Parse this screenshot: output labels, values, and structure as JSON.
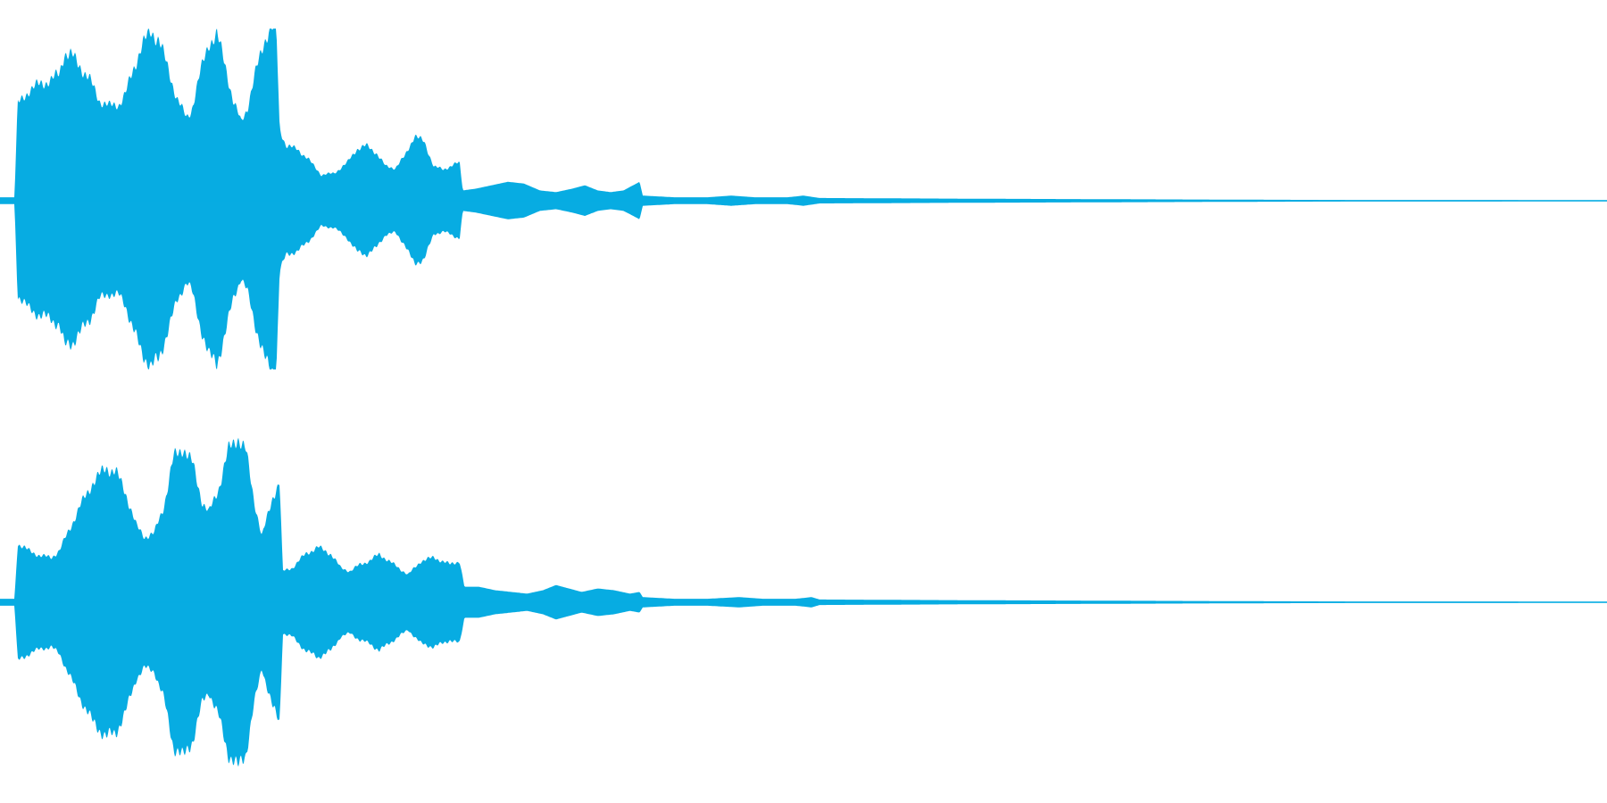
{
  "chart_data": {
    "type": "area",
    "duration_s": 1.0,
    "ylim": [
      -1,
      1
    ],
    "color": "#07ace2",
    "channels": [
      {
        "envelope": [
          [
            0.0,
            0.02
          ],
          [
            0.009,
            0.02
          ],
          [
            0.011,
            0.56
          ],
          [
            0.018,
            0.64
          ],
          [
            0.025,
            0.68
          ],
          [
            0.032,
            0.7
          ],
          [
            0.037,
            0.74
          ],
          [
            0.04,
            0.86
          ],
          [
            0.045,
            0.84
          ],
          [
            0.05,
            0.78
          ],
          [
            0.056,
            0.7
          ],
          [
            0.062,
            0.58
          ],
          [
            0.068,
            0.55
          ],
          [
            0.074,
            0.56
          ],
          [
            0.078,
            0.62
          ],
          [
            0.083,
            0.76
          ],
          [
            0.088,
            0.9
          ],
          [
            0.094,
            0.98
          ],
          [
            0.099,
            0.94
          ],
          [
            0.104,
            0.78
          ],
          [
            0.11,
            0.6
          ],
          [
            0.116,
            0.48
          ],
          [
            0.119,
            0.52
          ],
          [
            0.124,
            0.72
          ],
          [
            0.13,
            0.92
          ],
          [
            0.135,
            0.96
          ],
          [
            0.14,
            0.8
          ],
          [
            0.145,
            0.58
          ],
          [
            0.15,
            0.46
          ],
          [
            0.154,
            0.54
          ],
          [
            0.159,
            0.74
          ],
          [
            0.164,
            0.92
          ],
          [
            0.168,
            1.0
          ],
          [
            0.172,
            1.0
          ],
          [
            0.174,
            0.42
          ],
          [
            0.178,
            0.32
          ],
          [
            0.185,
            0.3
          ],
          [
            0.192,
            0.24
          ],
          [
            0.2,
            0.15
          ],
          [
            0.208,
            0.16
          ],
          [
            0.216,
            0.22
          ],
          [
            0.222,
            0.3
          ],
          [
            0.228,
            0.32
          ],
          [
            0.234,
            0.28
          ],
          [
            0.24,
            0.2
          ],
          [
            0.246,
            0.19
          ],
          [
            0.252,
            0.26
          ],
          [
            0.258,
            0.38
          ],
          [
            0.264,
            0.34
          ],
          [
            0.27,
            0.2
          ],
          [
            0.276,
            0.18
          ],
          [
            0.282,
            0.21
          ],
          [
            0.286,
            0.22
          ],
          [
            0.288,
            0.06
          ],
          [
            0.296,
            0.07
          ],
          [
            0.306,
            0.09
          ],
          [
            0.316,
            0.11
          ],
          [
            0.326,
            0.1
          ],
          [
            0.336,
            0.06
          ],
          [
            0.346,
            0.05
          ],
          [
            0.356,
            0.07
          ],
          [
            0.364,
            0.09
          ],
          [
            0.372,
            0.06
          ],
          [
            0.38,
            0.05
          ],
          [
            0.388,
            0.06
          ],
          [
            0.394,
            0.09
          ],
          [
            0.398,
            0.11
          ],
          [
            0.4,
            0.03
          ],
          [
            0.42,
            0.02
          ],
          [
            0.44,
            0.02
          ],
          [
            0.455,
            0.03
          ],
          [
            0.47,
            0.02
          ],
          [
            0.49,
            0.02
          ],
          [
            0.5,
            0.03
          ],
          [
            0.51,
            0.016
          ],
          [
            0.6,
            0.012
          ],
          [
            0.72,
            0.008
          ],
          [
            0.85,
            0.004
          ],
          [
            1.0,
            0.003
          ]
        ]
      },
      {
        "envelope": [
          [
            0.0,
            0.02
          ],
          [
            0.009,
            0.02
          ],
          [
            0.011,
            0.34
          ],
          [
            0.018,
            0.3
          ],
          [
            0.025,
            0.27
          ],
          [
            0.032,
            0.26
          ],
          [
            0.037,
            0.3
          ],
          [
            0.042,
            0.4
          ],
          [
            0.05,
            0.56
          ],
          [
            0.058,
            0.7
          ],
          [
            0.066,
            0.78
          ],
          [
            0.072,
            0.76
          ],
          [
            0.078,
            0.64
          ],
          [
            0.085,
            0.44
          ],
          [
            0.09,
            0.38
          ],
          [
            0.096,
            0.4
          ],
          [
            0.102,
            0.56
          ],
          [
            0.108,
            0.84
          ],
          [
            0.114,
            0.9
          ],
          [
            0.12,
            0.8
          ],
          [
            0.126,
            0.58
          ],
          [
            0.13,
            0.52
          ],
          [
            0.136,
            0.66
          ],
          [
            0.142,
            0.88
          ],
          [
            0.148,
            0.96
          ],
          [
            0.153,
            0.88
          ],
          [
            0.158,
            0.6
          ],
          [
            0.163,
            0.38
          ],
          [
            0.17,
            0.62
          ],
          [
            0.174,
            0.7
          ],
          [
            0.176,
            0.18
          ],
          [
            0.182,
            0.2
          ],
          [
            0.19,
            0.28
          ],
          [
            0.198,
            0.32
          ],
          [
            0.206,
            0.28
          ],
          [
            0.212,
            0.2
          ],
          [
            0.218,
            0.18
          ],
          [
            0.224,
            0.22
          ],
          [
            0.23,
            0.24
          ],
          [
            0.236,
            0.28
          ],
          [
            0.242,
            0.24
          ],
          [
            0.248,
            0.2
          ],
          [
            0.254,
            0.16
          ],
          [
            0.262,
            0.24
          ],
          [
            0.27,
            0.26
          ],
          [
            0.28,
            0.22
          ],
          [
            0.286,
            0.24
          ],
          [
            0.289,
            0.09
          ],
          [
            0.298,
            0.09
          ],
          [
            0.308,
            0.07
          ],
          [
            0.318,
            0.06
          ],
          [
            0.328,
            0.05
          ],
          [
            0.338,
            0.07
          ],
          [
            0.346,
            0.1
          ],
          [
            0.354,
            0.08
          ],
          [
            0.362,
            0.06
          ],
          [
            0.372,
            0.08
          ],
          [
            0.382,
            0.07
          ],
          [
            0.392,
            0.05
          ],
          [
            0.398,
            0.06
          ],
          [
            0.4,
            0.03
          ],
          [
            0.42,
            0.02
          ],
          [
            0.44,
            0.02
          ],
          [
            0.46,
            0.03
          ],
          [
            0.475,
            0.02
          ],
          [
            0.495,
            0.02
          ],
          [
            0.505,
            0.03
          ],
          [
            0.51,
            0.016
          ],
          [
            0.6,
            0.012
          ],
          [
            0.72,
            0.008
          ],
          [
            0.85,
            0.004
          ],
          [
            1.0,
            0.003
          ]
        ]
      }
    ]
  }
}
